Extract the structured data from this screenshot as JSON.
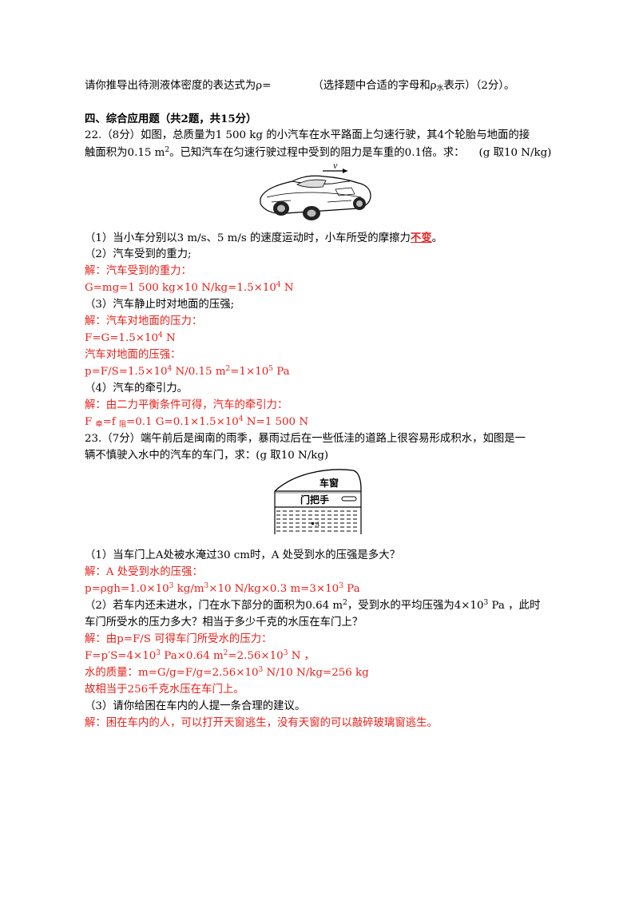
{
  "intro": {
    "text_a": "请你推导出待测液体密度的表达式为",
    "rho": "ρ=",
    "text_b": "（选择题中合适的字母和",
    "rho_water": "ρ",
    "water_sub": "水",
    "text_c": "表示）（2分）。"
  },
  "section": {
    "title": "四、综合应用题（共2题，共15分）"
  },
  "q22": {
    "line1": "22.（8分）如图，总质量为1 500 kg 的小汽车在水平路面上匀速行驶，其4个轮胎与地面的接",
    "line2_a": "触面积为0.15 m",
    "line2_sup": "2",
    "line2_b": "。已知汽车在匀速行驶过程中受到的阻力是车重的0.1倍。求：",
    "line2_c": "(g 取10 N/kg)",
    "figure_label": "v",
    "p1_a": "（1）当小车分别以3 m/s、5 m/s 的速度运动时，小车所受的摩擦力",
    "p1_answer": "不变",
    "p1_b": "。",
    "p2_q": "（2）汽车受到的重力;",
    "p2_s1": "解：汽车受到的重力：",
    "p2_s2_a": "G=mg=1 500 kg×10 N/kg=1.5×10",
    "p2_s2_sup": "4",
    "p2_s2_b": " N",
    "p3_q": "（3）汽车静止时对地面的压强;",
    "p3_s1": "解：汽车对地面的压力：",
    "p3_s2_a": "F=G=1.5×10",
    "p3_s2_sup": "4",
    "p3_s2_b": " N",
    "p3_s3": "汽车对地面的压强：",
    "p3_s4_a": "p=F/S=1.5×10",
    "p3_s4_sup1": "4",
    "p3_s4_b": " N/0.15 m",
    "p3_s4_sup2": "2",
    "p3_s4_c": "=1×10",
    "p3_s4_sup3": "5",
    "p3_s4_d": " Pa",
    "p4_q": "（4）汽车的牵引力。",
    "p4_s1": "解：由二力平衡条件可得，汽车的牵引力：",
    "p4_s2_a": "F ",
    "p4_s2_sub1": "牵",
    "p4_s2_b": "=f ",
    "p4_s2_sub2": "阻",
    "p4_s2_c": "=0.1 G=0.1×1.5×10",
    "p4_s2_sup": "4",
    "p4_s2_d": " N=1 500 N"
  },
  "q23": {
    "line1": "23.（7分）端午前后是闽南的雨季，暴雨过后在一些低洼的道路上很容易形成积水，如图是一",
    "line2": "辆不慎驶入水中的汽车的车门，求：(g 取10 N/kg)",
    "fig_window": "车窗",
    "fig_handle": "门把手",
    "fig_point": "A",
    "p1_q": "（1）当车门上A处被水淹过30 cm时，A 处受到水的压强是多大？",
    "p1_s1": "解：A  处受到水的压强：",
    "p1_s2_a": "p=ρgh=1.0×10",
    "p1_s2_sup1": "3",
    "p1_s2_b": " kg/m",
    "p1_s2_sup2": "3",
    "p1_s2_c": "×10 N/kg×0.3 m=3×10",
    "p1_s2_sup3": "3",
    "p1_s2_d": " Pa",
    "p2_q1_a": "（2）若车内还未进水，门在水下部分的面积为0.64 m",
    "p2_q1_sup1": "2",
    "p2_q1_b": "，受到水的平均压强为4×10",
    "p2_q1_sup2": "3",
    "p2_q1_c": " Pa ，此时",
    "p2_q2": "车门所受水的压力多大？相当于多少千克的水压在车门上？",
    "p2_s1": "解：由p=F/S 可得车门所受水的压力：",
    "p2_s2_a": "F=p′S=4×10",
    "p2_s2_sup1": "3",
    "p2_s2_b": " Pa×0.64 m",
    "p2_s2_sup2": "2",
    "p2_s2_c": "=2.56×10",
    "p2_s2_sup3": "3",
    "p2_s2_d": " N ，",
    "p2_s3_a": "水的质量：m=G/g=F/g=2.56×10",
    "p2_s3_sup": "3",
    "p2_s3_b": " N/10 N/kg=256 kg",
    "p2_s4": "故相当于256千克水压在车门上。",
    "p3_q": "（3）请你给困在车内的人提一条合理的建议。",
    "p3_s1": "解：困在车内的人，可以打开天窗逃生，没有天窗的可以敲碎玻璃窗逃生。"
  }
}
